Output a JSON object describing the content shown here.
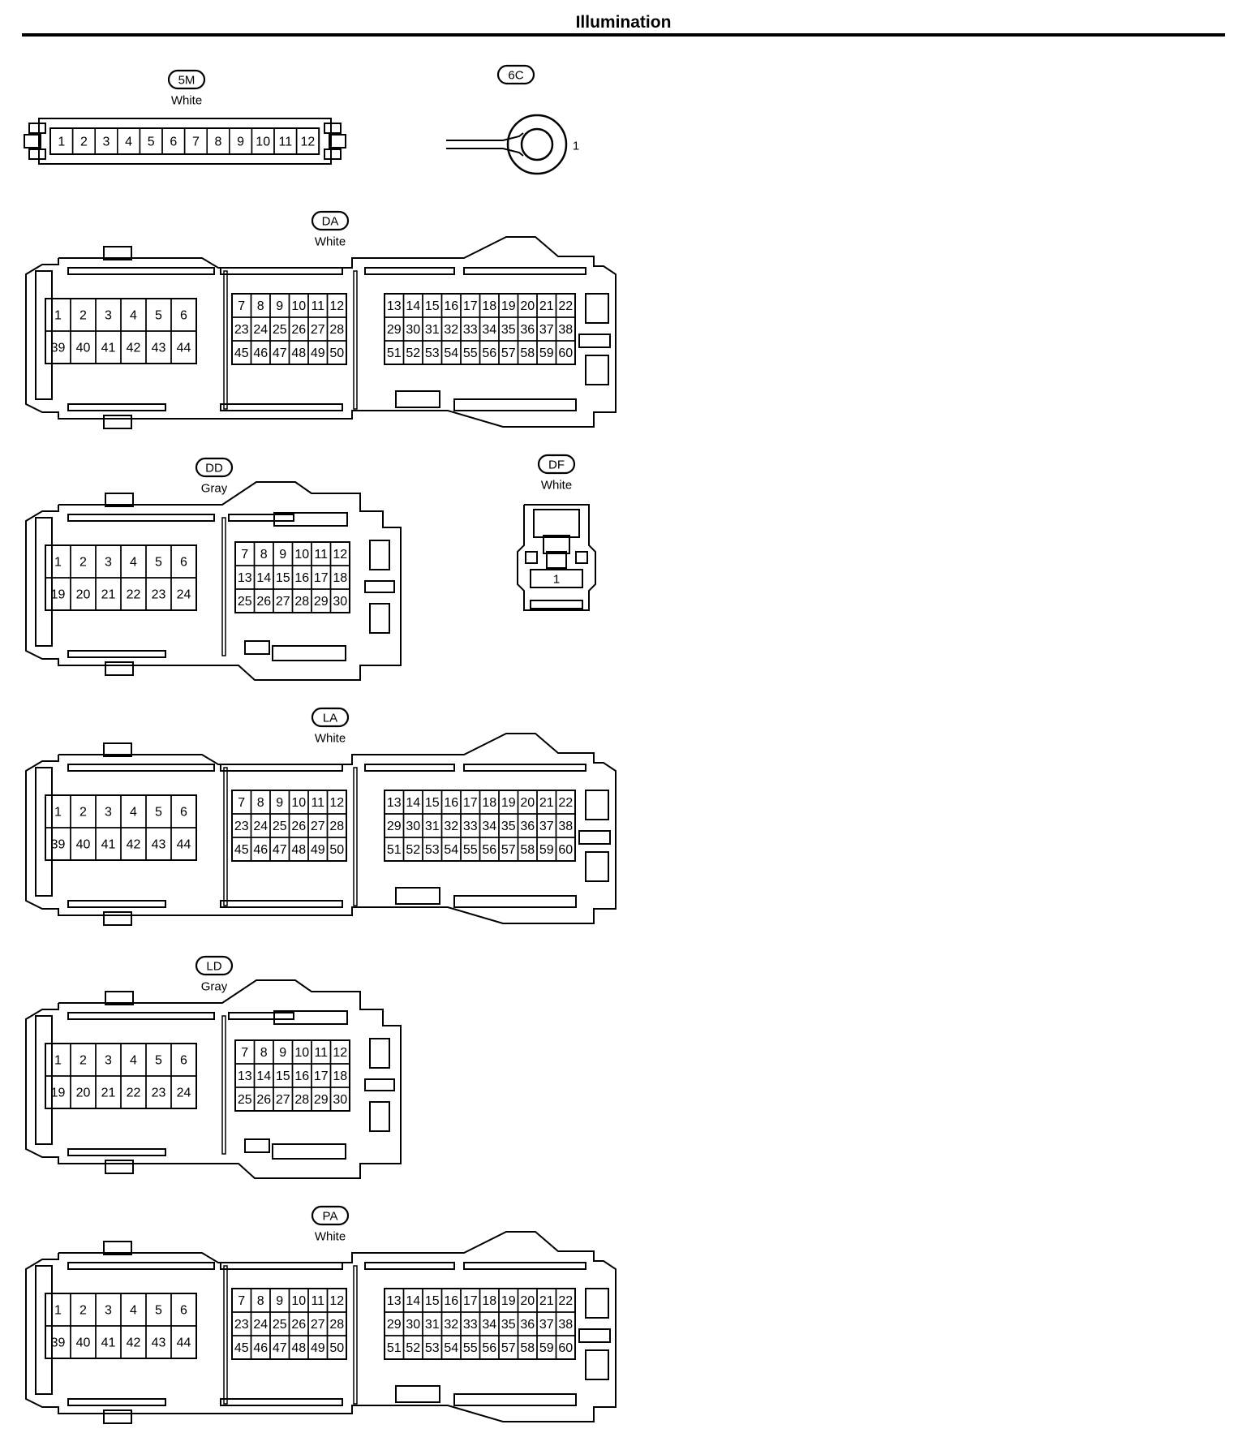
{
  "page": {
    "title": "Illumination"
  },
  "connectors": [
    {
      "id": "5M",
      "color": "White",
      "kind": "strip12",
      "pins": [
        [
          "1",
          "2",
          "3",
          "4",
          "5",
          "6",
          "7",
          "8",
          "9",
          "10",
          "11",
          "12"
        ]
      ]
    },
    {
      "id": "6C",
      "color": "",
      "kind": "ring",
      "pins": [
        [
          "1"
        ]
      ]
    },
    {
      "id": "DA",
      "color": "White",
      "kind": "big60",
      "block_a": [
        [
          "1",
          "2",
          "3",
          "4",
          "5",
          "6"
        ],
        [
          "39",
          "40",
          "41",
          "42",
          "43",
          "44"
        ]
      ],
      "block_b": [
        [
          "7",
          "8",
          "9",
          "10",
          "11",
          "12"
        ],
        [
          "23",
          "24",
          "25",
          "26",
          "27",
          "28"
        ],
        [
          "45",
          "46",
          "47",
          "48",
          "49",
          "50"
        ]
      ],
      "block_c": [
        [
          "13",
          "14",
          "15",
          "16",
          "17",
          "18",
          "19",
          "20",
          "21",
          "22"
        ],
        [
          "29",
          "30",
          "31",
          "32",
          "33",
          "34",
          "35",
          "36",
          "37",
          "38"
        ],
        [
          "51",
          "52",
          "53",
          "54",
          "55",
          "56",
          "57",
          "58",
          "59",
          "60"
        ]
      ]
    },
    {
      "id": "DD",
      "color": "Gray",
      "kind": "mid30",
      "block_a": [
        [
          "1",
          "2",
          "3",
          "4",
          "5",
          "6"
        ],
        [
          "19",
          "20",
          "21",
          "22",
          "23",
          "24"
        ]
      ],
      "block_b": [
        [
          "7",
          "8",
          "9",
          "10",
          "11",
          "12"
        ],
        [
          "13",
          "14",
          "15",
          "16",
          "17",
          "18"
        ],
        [
          "25",
          "26",
          "27",
          "28",
          "29",
          "30"
        ]
      ]
    },
    {
      "id": "DF",
      "color": "White",
      "kind": "single",
      "pins": [
        [
          "1"
        ]
      ]
    },
    {
      "id": "LA",
      "color": "White",
      "kind": "big60",
      "block_a": [
        [
          "1",
          "2",
          "3",
          "4",
          "5",
          "6"
        ],
        [
          "39",
          "40",
          "41",
          "42",
          "43",
          "44"
        ]
      ],
      "block_b": [
        [
          "7",
          "8",
          "9",
          "10",
          "11",
          "12"
        ],
        [
          "23",
          "24",
          "25",
          "26",
          "27",
          "28"
        ],
        [
          "45",
          "46",
          "47",
          "48",
          "49",
          "50"
        ]
      ],
      "block_c": [
        [
          "13",
          "14",
          "15",
          "16",
          "17",
          "18",
          "19",
          "20",
          "21",
          "22"
        ],
        [
          "29",
          "30",
          "31",
          "32",
          "33",
          "34",
          "35",
          "36",
          "37",
          "38"
        ],
        [
          "51",
          "52",
          "53",
          "54",
          "55",
          "56",
          "57",
          "58",
          "59",
          "60"
        ]
      ]
    },
    {
      "id": "LD",
      "color": "Gray",
      "kind": "mid30",
      "block_a": [
        [
          "1",
          "2",
          "3",
          "4",
          "5",
          "6"
        ],
        [
          "19",
          "20",
          "21",
          "22",
          "23",
          "24"
        ]
      ],
      "block_b": [
        [
          "7",
          "8",
          "9",
          "10",
          "11",
          "12"
        ],
        [
          "13",
          "14",
          "15",
          "16",
          "17",
          "18"
        ],
        [
          "25",
          "26",
          "27",
          "28",
          "29",
          "30"
        ]
      ]
    },
    {
      "id": "PA",
      "color": "White",
      "kind": "big60",
      "block_a": [
        [
          "1",
          "2",
          "3",
          "4",
          "5",
          "6"
        ],
        [
          "39",
          "40",
          "41",
          "42",
          "43",
          "44"
        ]
      ],
      "block_b": [
        [
          "7",
          "8",
          "9",
          "10",
          "11",
          "12"
        ],
        [
          "23",
          "24",
          "25",
          "26",
          "27",
          "28"
        ],
        [
          "45",
          "46",
          "47",
          "48",
          "49",
          "50"
        ]
      ],
      "block_c": [
        [
          "13",
          "14",
          "15",
          "16",
          "17",
          "18",
          "19",
          "20",
          "21",
          "22"
        ],
        [
          "29",
          "30",
          "31",
          "32",
          "33",
          "34",
          "35",
          "36",
          "37",
          "38"
        ],
        [
          "51",
          "52",
          "53",
          "54",
          "55",
          "56",
          "57",
          "58",
          "59",
          "60"
        ]
      ]
    }
  ]
}
